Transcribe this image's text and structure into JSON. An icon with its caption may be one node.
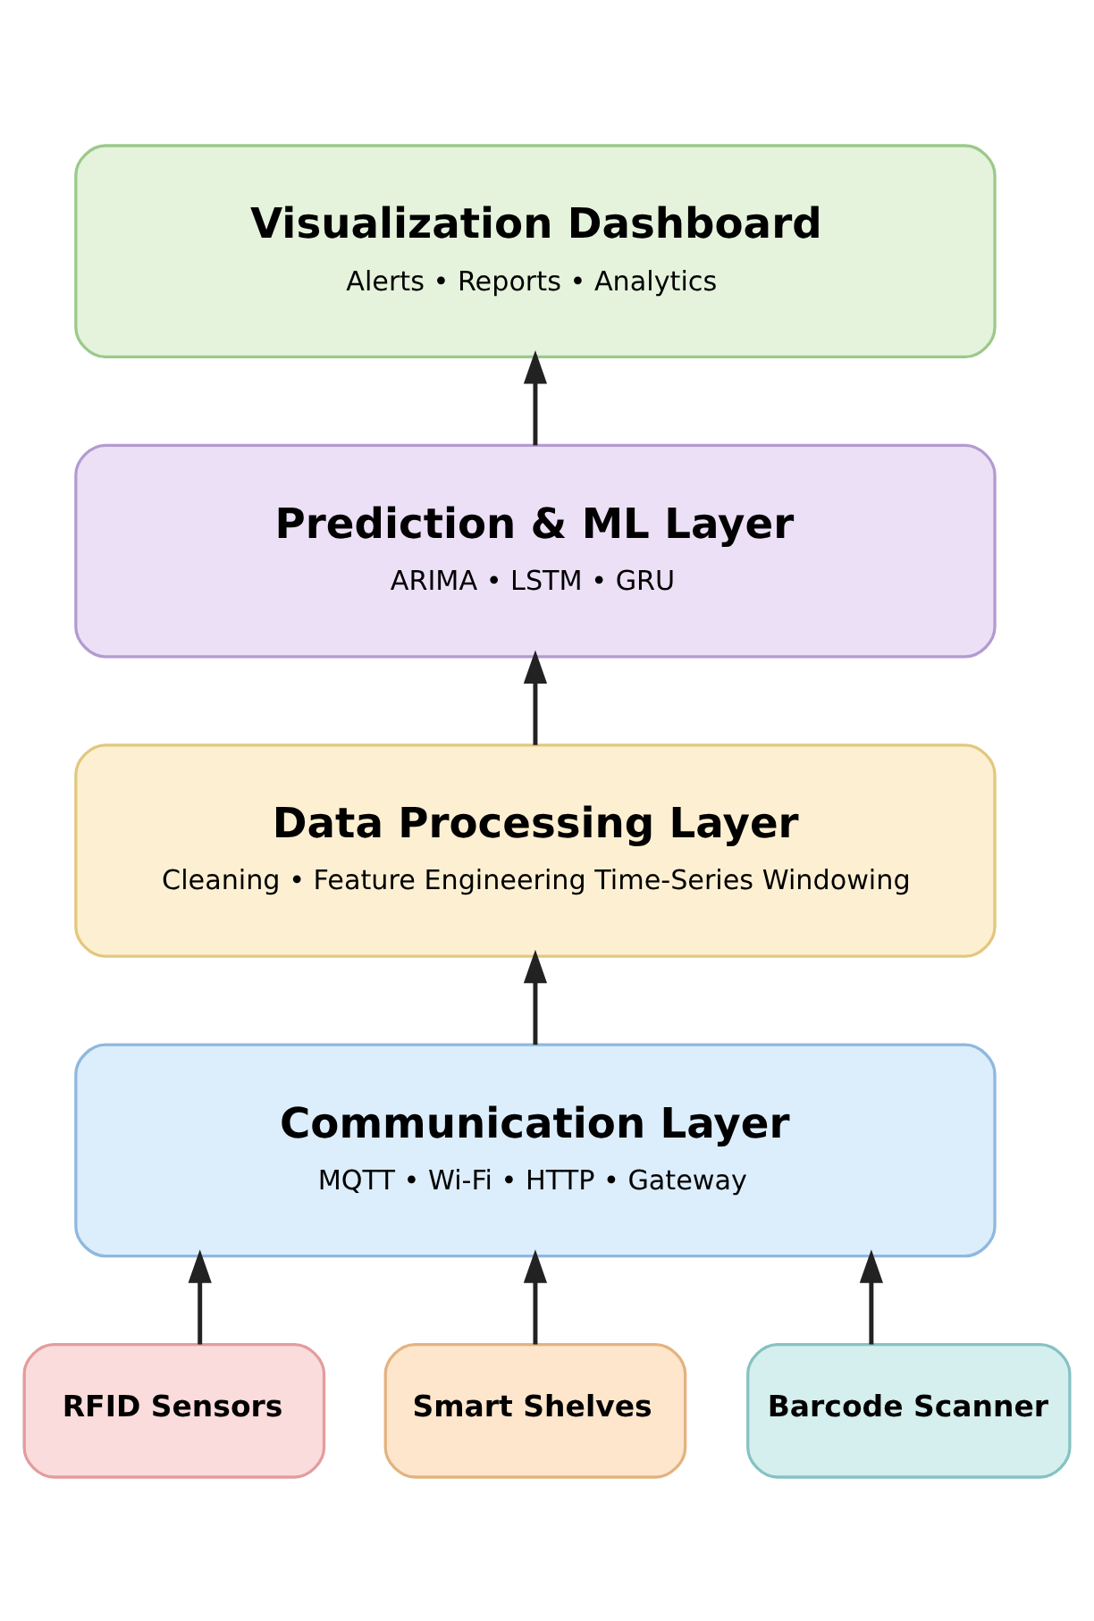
{
  "diagram": {
    "nodes": [
      {
        "text": [
          "Visualization Dashboard",
          "Alerts • Reports • Analytics"
        ]
      },
      {
        "text": [
          "Prediction & ML Layer",
          "ARIMA • LSTM • GRU"
        ]
      },
      {
        "text": [
          "Data Processing Layer",
          "Cleaning • Feature Engineering Time-Series Windowing"
        ]
      },
      {
        "text": [
          "Communication Layer",
          "MQTT • Wi-Fi • HTTP • Gateway"
        ]
      },
      {
        "text": [
          "RFID Sensors"
        ]
      },
      {
        "text": [
          "Smart Shelves"
        ]
      },
      {
        "text": [
          "Barcode Scanner"
        ]
      }
    ],
    "edges": [
      {
        "from": 1,
        "to": 0,
        "arrow": "to"
      },
      {
        "from": 2,
        "to": 1,
        "arrow": "to"
      },
      {
        "from": 3,
        "to": 2,
        "arrow": "to"
      },
      {
        "from": 4,
        "to": 3,
        "arrow": "to"
      },
      {
        "from": 5,
        "to": 3,
        "arrow": "to"
      },
      {
        "from": 6,
        "to": 3,
        "arrow": "to"
      }
    ]
  }
}
